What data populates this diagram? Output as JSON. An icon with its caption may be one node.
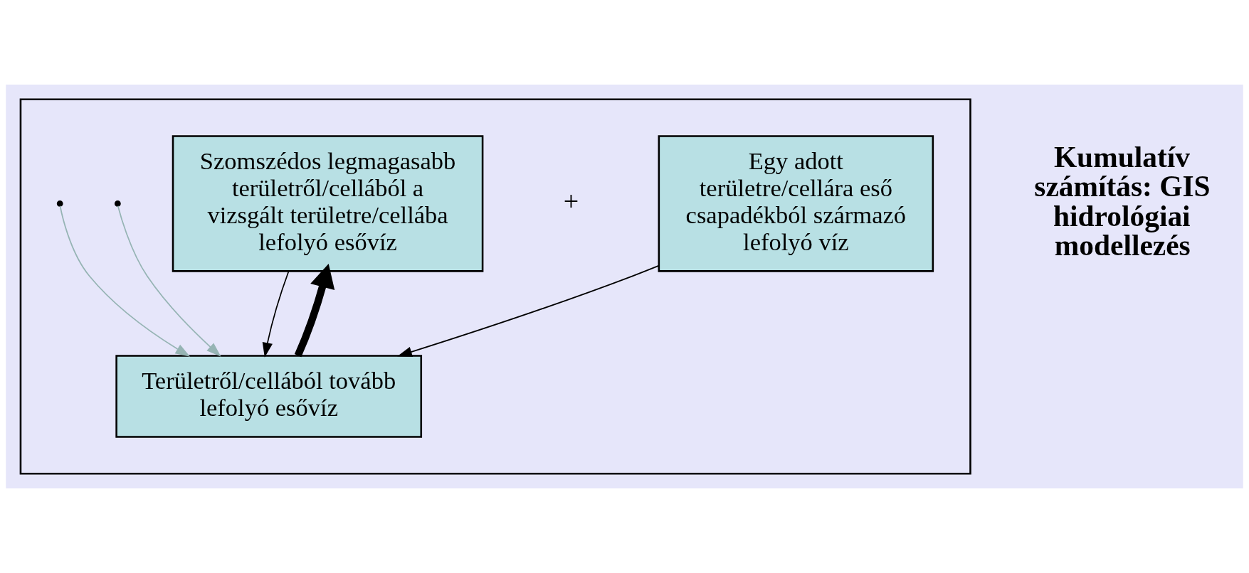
{
  "diagram": {
    "nodes": [
      {
        "text": [],
        "shape": "box"
      },
      {
        "text": [
          "Szomszédos legmagasabb területről/cellából a vizsgált területre/cellába lefolyó esővíz"
        ],
        "in": 0
      },
      {
        "text": [
          "Egy adott területre/cellára eső csapadékból származó lefolyó víz"
        ],
        "in": 0
      },
      {
        "text": [
          "Területről/cellából tovább lefolyó esővíz"
        ],
        "in": 0
      }
    ],
    "edges": [
      {
        "from": 1,
        "to": 3,
        "arrow": "to"
      },
      {
        "from": 2,
        "to": 3,
        "arrow": "to"
      },
      {
        "from": 3,
        "to": 1,
        "arrow": "to",
        "style": "thick"
      },
      {
        "from": null,
        "to": 3,
        "arrow": "to",
        "color": "#96b4b4"
      },
      {
        "from": null,
        "to": 3,
        "arrow": "to",
        "color": "#96b4b4"
      }
    ],
    "labels": [
      "+",
      "Kumulatív számítás: GIS hidrológiai modellezés"
    ]
  }
}
